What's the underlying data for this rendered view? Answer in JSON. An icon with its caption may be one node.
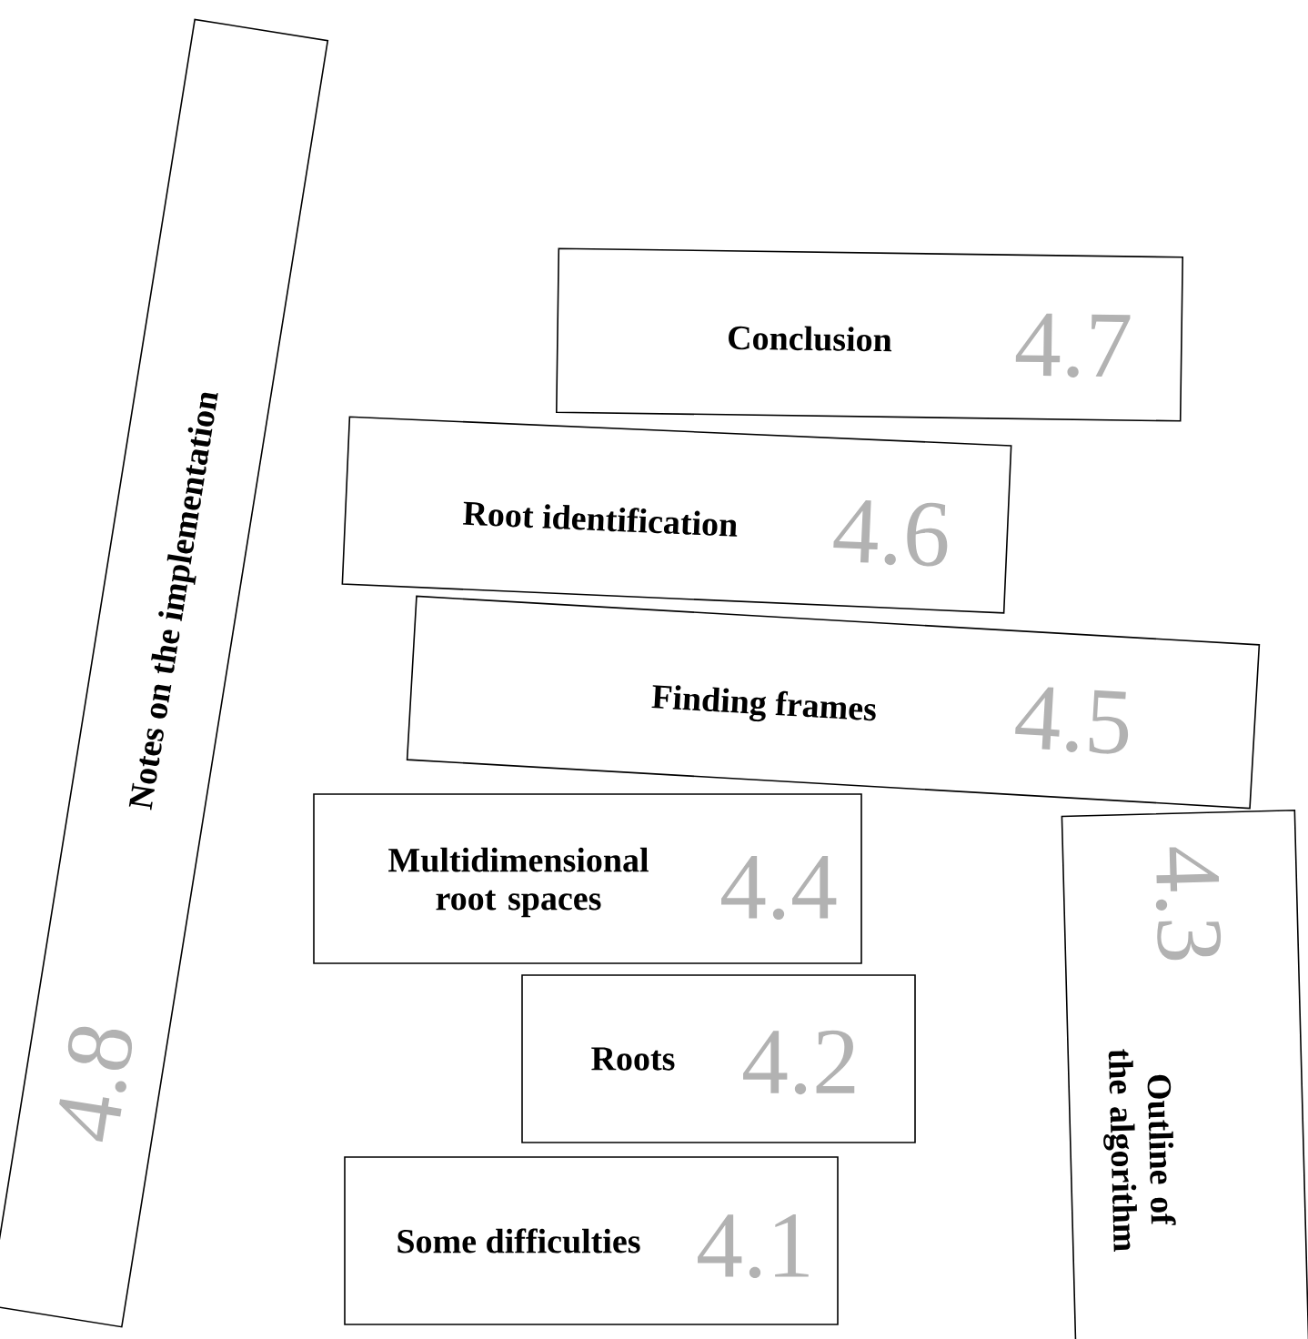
{
  "diagram": {
    "nodes": [
      {
        "text": [
          "Notes on the implementation",
          "4.8"
        ]
      },
      {
        "text": [
          "Conclusion",
          "4.7"
        ]
      },
      {
        "text": [
          "Root identification",
          "4.6"
        ]
      },
      {
        "text": [
          "Finding frames",
          "4.5"
        ]
      },
      {
        "text": [
          "Multidimensional root spaces",
          "4.4"
        ]
      },
      {
        "text": [
          "Outline of the algorithm",
          "4.3"
        ]
      },
      {
        "text": [
          "Roots",
          "4.2"
        ]
      },
      {
        "text": [
          "Some difficulties",
          "4.1"
        ]
      }
    ]
  }
}
